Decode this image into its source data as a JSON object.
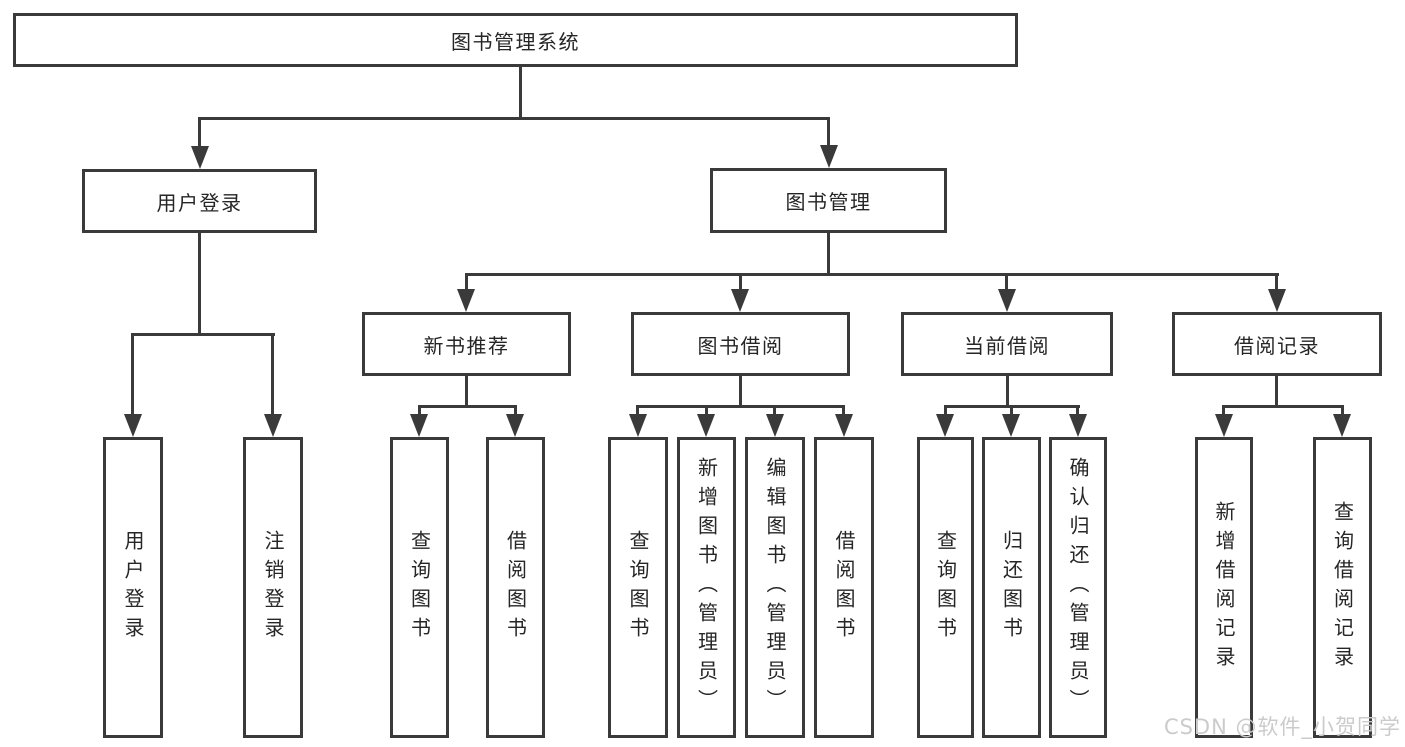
{
  "diagram": {
    "root": {
      "label": "图书管理系统"
    },
    "user_login": {
      "label": "用户登录",
      "children": [
        "用户登录",
        "注销登录"
      ]
    },
    "book_mgmt": {
      "label": "图书管理",
      "sections": [
        {
          "label": "新书推荐",
          "children": [
            "查询图书",
            "借阅图书"
          ]
        },
        {
          "label": "图书借阅",
          "children": [
            "查询图书",
            "新增图书（管理员）",
            "编辑图书（管理员）",
            "借阅图书"
          ]
        },
        {
          "label": "当前借阅",
          "children": [
            "查询图书",
            "归还图书",
            "确认归还（管理员）"
          ]
        },
        {
          "label": "借阅记录",
          "children": [
            "新增借阅记录",
            "查询借阅记录"
          ]
        }
      ]
    }
  },
  "watermark": "CSDN @软件_小贺同学",
  "colors": {
    "line": "#3a3a3a",
    "text": "#262626",
    "background": "#ffffff",
    "watermark": "#cbcbcb"
  }
}
